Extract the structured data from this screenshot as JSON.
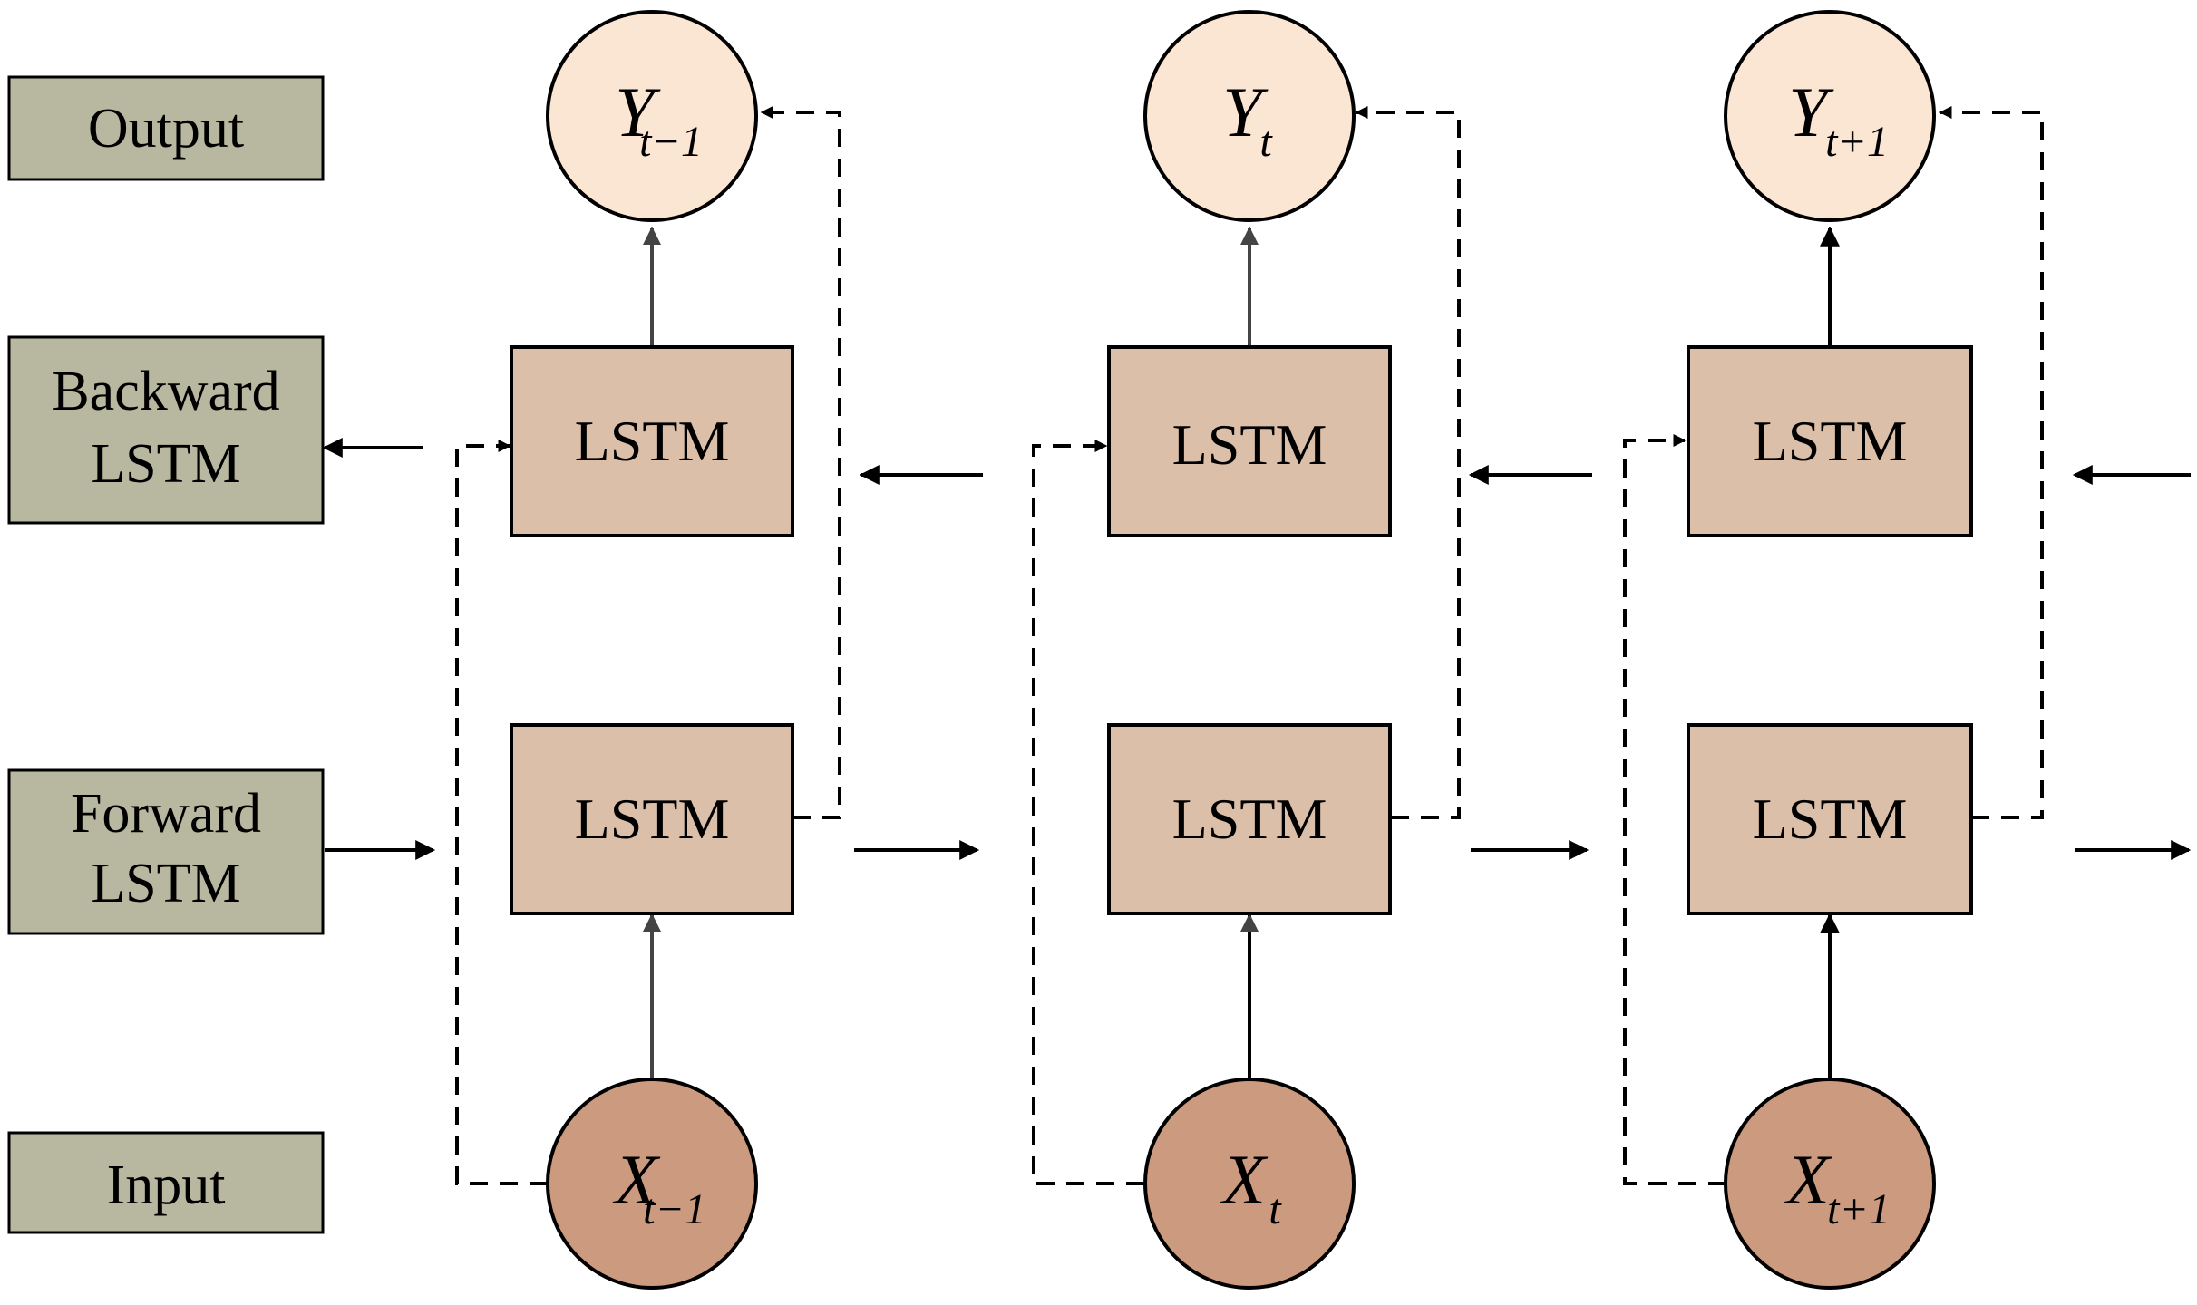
{
  "labels": {
    "output": "Output",
    "backward": [
      "Backward",
      "LSTM"
    ],
    "forward": [
      "Forward",
      "LSTM"
    ],
    "input": "Input"
  },
  "cell_label": "LSTM",
  "timesteps": [
    {
      "output_main": "Y",
      "output_sub": "t−1",
      "input_main": "X",
      "input_sub": "t−1"
    },
    {
      "output_main": "Y",
      "output_sub": "t",
      "input_main": "X",
      "input_sub": "t"
    },
    {
      "output_main": "Y",
      "output_sub": "t+1",
      "input_main": "X",
      "input_sub": "t+1"
    }
  ],
  "colors": {
    "label_box": "#b8b8a0",
    "lstm_box": "#dcbfa9",
    "output_node": "#fbe5d3",
    "input_node": "#cc9a7e"
  }
}
